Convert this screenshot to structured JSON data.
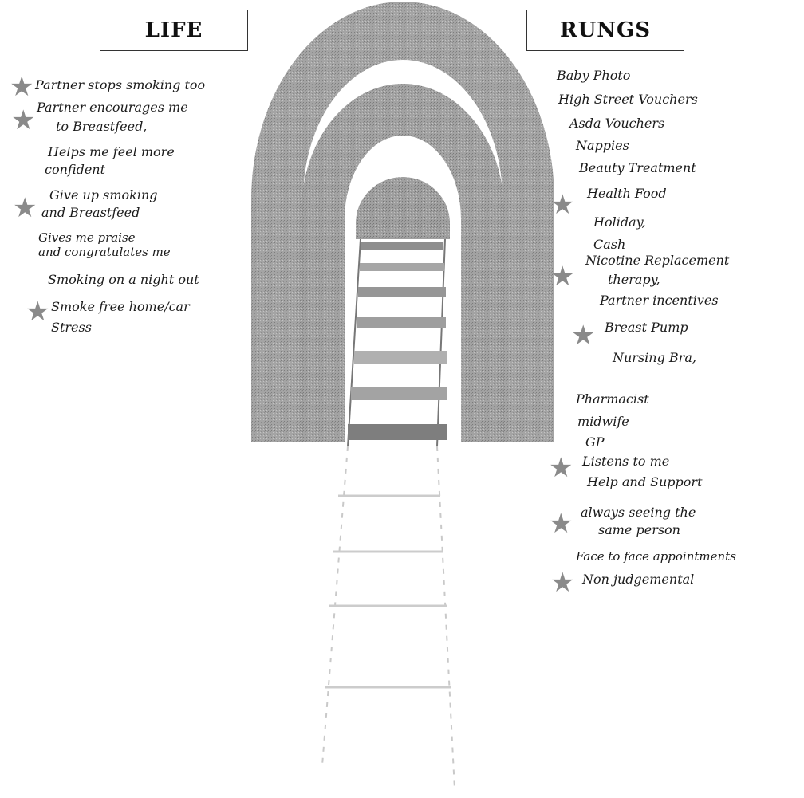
{
  "headers": {
    "life": "LIFE",
    "rungs": "RUNGS"
  },
  "life_notes": {
    "partner_stops_smoking": "Partner stops smoking too",
    "partner_encourages_1": "Partner encourages me",
    "partner_encourages_2": "to Breastfeed,",
    "helps_feel_1": "Helps me feel more",
    "helps_feel_2": "confident",
    "give_up_1": "Give up smoking",
    "give_up_2": "and Breastfeed",
    "praise_1": "Gives me praise",
    "praise_2": "and congratulates me",
    "night_out": "Smoking on a night out",
    "smoke_free": "Smoke free home/car",
    "stress": "Stress"
  },
  "rungs_notes": {
    "baby_photo": "Baby Photo",
    "high_street": "High Street Vouchers",
    "asda": "Asda Vouchers",
    "nappies": "Nappies",
    "beauty": "Beauty Treatment",
    "health_food": "Health Food",
    "holiday": "Holiday,",
    "cash": "Cash",
    "nrt_1": "Nicotine Replacement",
    "nrt_2": "therapy,",
    "partner_incentives": "Partner incentives",
    "breast_pump": "Breast Pump",
    "nursing_bra": "Nursing Bra,",
    "pharmacist": "Pharmacist",
    "midwife": "midwife",
    "gp": "GP",
    "listens": "Listens to me",
    "help_support": "Help and Support",
    "same_person_1": "always seeing the",
    "same_person_2": "same person",
    "face_to_face": "Face to face appointments",
    "non_judgemental": "Non judgemental"
  },
  "icons": {
    "star": "★",
    "star_color": "#8a8a8a",
    "ring_color": "#8c8c8c"
  }
}
